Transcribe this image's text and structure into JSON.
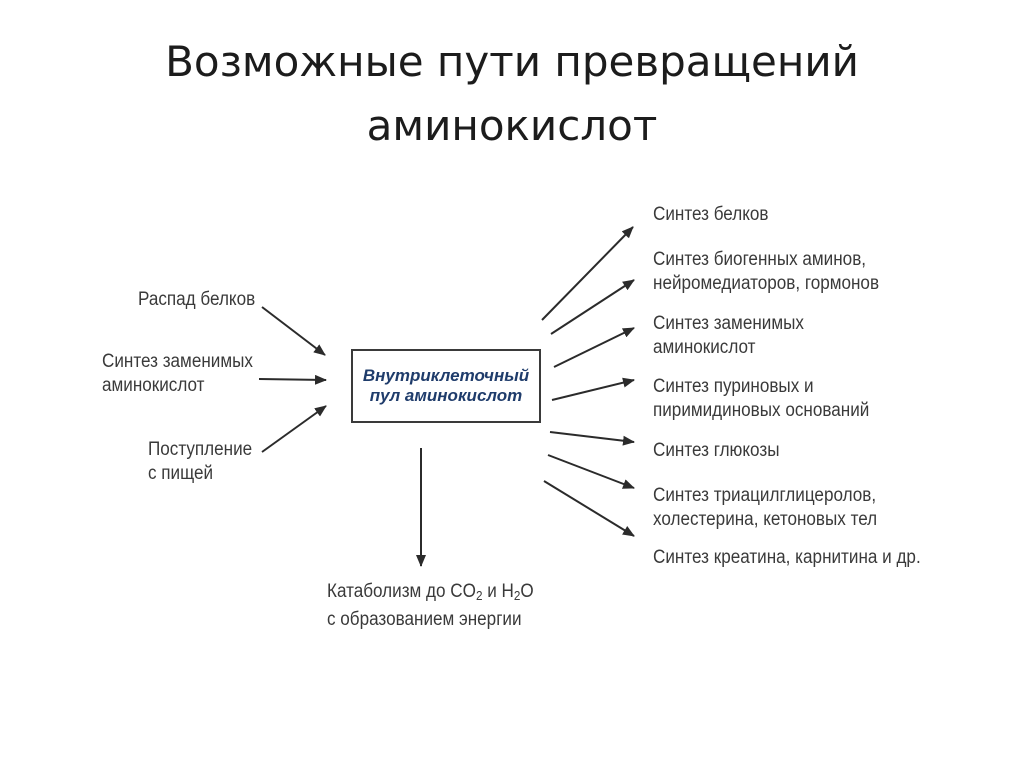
{
  "title": {
    "line1": "Возможные пути превращений",
    "line2": "аминокислот"
  },
  "center": {
    "line1": "Внутриклеточный",
    "line2": "пул аминокислот"
  },
  "inputs": [
    {
      "line1": "Распад белков",
      "line2": ""
    },
    {
      "line1": "Синтез заменимых",
      "line2": "аминокислот"
    },
    {
      "line1": "Поступление",
      "line2": "с пищей"
    }
  ],
  "outputs": [
    {
      "line1": "Синтез белков",
      "line2": ""
    },
    {
      "line1": "Синтез биогенных аминов,",
      "line2": "нейромедиаторов, гормонов"
    },
    {
      "line1": "Синтез заменимых",
      "line2": "аминокислот"
    },
    {
      "line1": "Синтез пуриновых и",
      "line2": "пиримидиновых оснований"
    },
    {
      "line1": "Синтез глюкозы",
      "line2": ""
    },
    {
      "line1": "Синтез триацилглицеролов,",
      "line2": "холестерина, кетоновых тел"
    },
    {
      "line1": "Синтез креатина, карнитина и др.",
      "line2": ""
    }
  ],
  "catabolism": {
    "part1": "Катаболизм до CO",
    "sub1": "2",
    "part2": " и H",
    "sub2": "2",
    "part3": "O",
    "line2": "с образованием энергии"
  },
  "colors": {
    "arrow": "#2b2b2b",
    "center_text": "#1f3c6b",
    "label_text": "#3a3a3a"
  }
}
